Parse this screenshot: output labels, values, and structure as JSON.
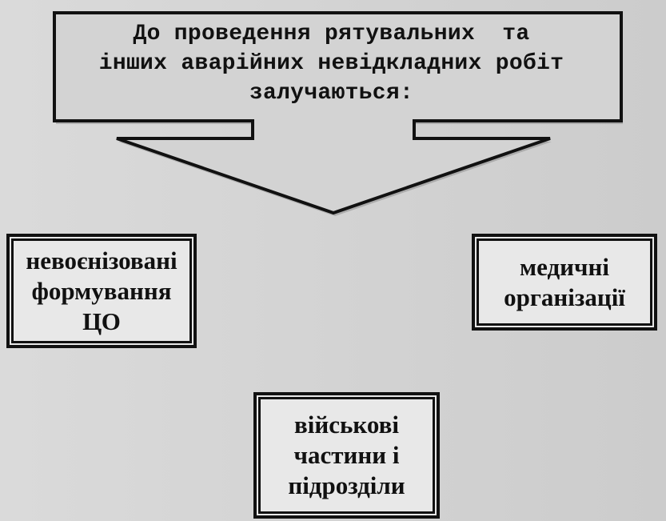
{
  "diagram": {
    "header": {
      "lines": [
        "До проведення рятувальних  та",
        "інших аварійних невідкладних робіт",
        "залучаються:"
      ]
    },
    "boxes": {
      "left": {
        "lines": [
          "невоєнізовані",
          "формування",
          "ЦО"
        ]
      },
      "right": {
        "lines": [
          "медичні",
          "організації"
        ]
      },
      "bottom": {
        "lines": [
          "військові",
          "частини і",
          "підрозділи"
        ]
      }
    }
  }
}
